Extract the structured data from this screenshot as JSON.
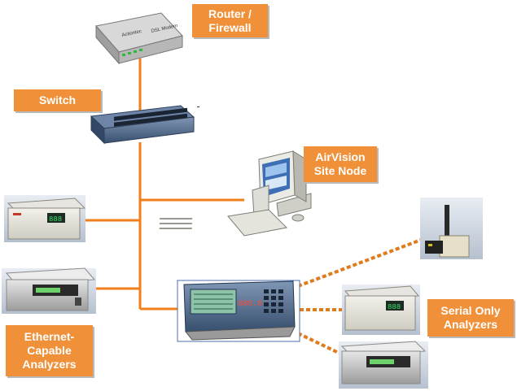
{
  "labels": {
    "router": "Router /\nFirewall",
    "switch": "Switch",
    "site_node": "AirVision\nSite Node",
    "ethernet": "Ethernet-\nCapable\nAnalyzers",
    "serial": "Serial Only\nAnalyzers"
  },
  "device_text": {
    "router_brand": "Actiontec",
    "router_model": "DSL Modem",
    "analyzer_display": "888",
    "logger_display": "888.8"
  },
  "colors": {
    "label_fill": "#f0913a",
    "ethernet_line": "#f07f1b",
    "serial_line": "#e07a1a"
  }
}
